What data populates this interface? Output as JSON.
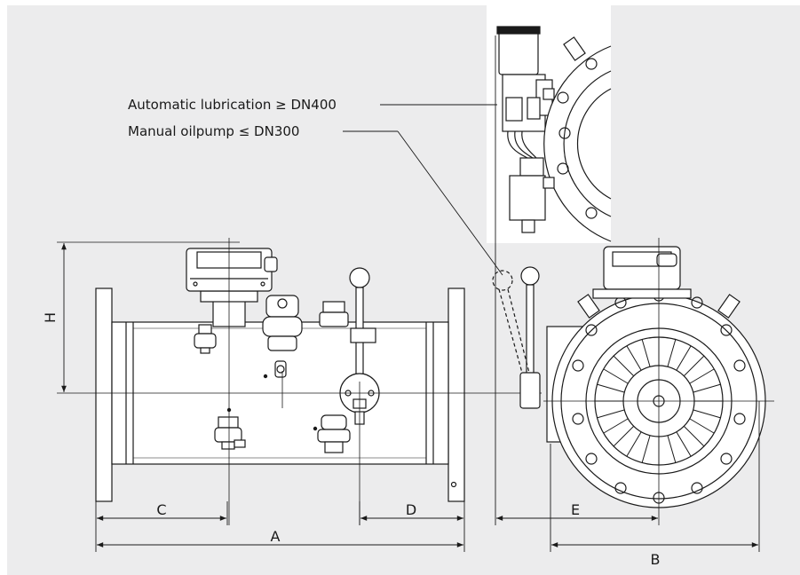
{
  "callouts": {
    "automatic": "Automatic lubrication ≥ DN400",
    "manual": "Manual oilpump ≤ DN300"
  },
  "dimensions": {
    "A": "A",
    "B": "B",
    "C": "C",
    "D": "D",
    "E": "E",
    "H": "H"
  },
  "colors": {
    "background": "#ececed",
    "line": "#1a1a1a",
    "metal": "#ffffff"
  }
}
